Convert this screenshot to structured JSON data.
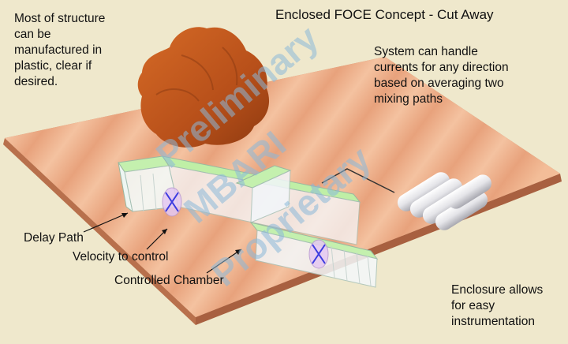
{
  "title": "Enclosed FOCE Concept - Cut Away",
  "notes": {
    "structure": "Most of structure\ncan be\nmanufactured in\nplastic, clear if\ndesired.",
    "system": "System can handle\ncurrents for any direction\nbased on averaging two\nmixing paths",
    "enclosure": "Enclosure allows\nfor easy\ninstrumentation"
  },
  "labels": {
    "delay_path": "Delay Path",
    "velocity": "Velocity to control",
    "chamber": "Controlled Chamber"
  },
  "watermark": [
    "Preliminary",
    "MBARI",
    "Proprietary"
  ],
  "colors": {
    "background": "#efe8cc",
    "seafloor": "#f0b48e",
    "rock": "#c2581a",
    "glass_green": "#b8eea0",
    "watermark": "#8ab8d8"
  }
}
